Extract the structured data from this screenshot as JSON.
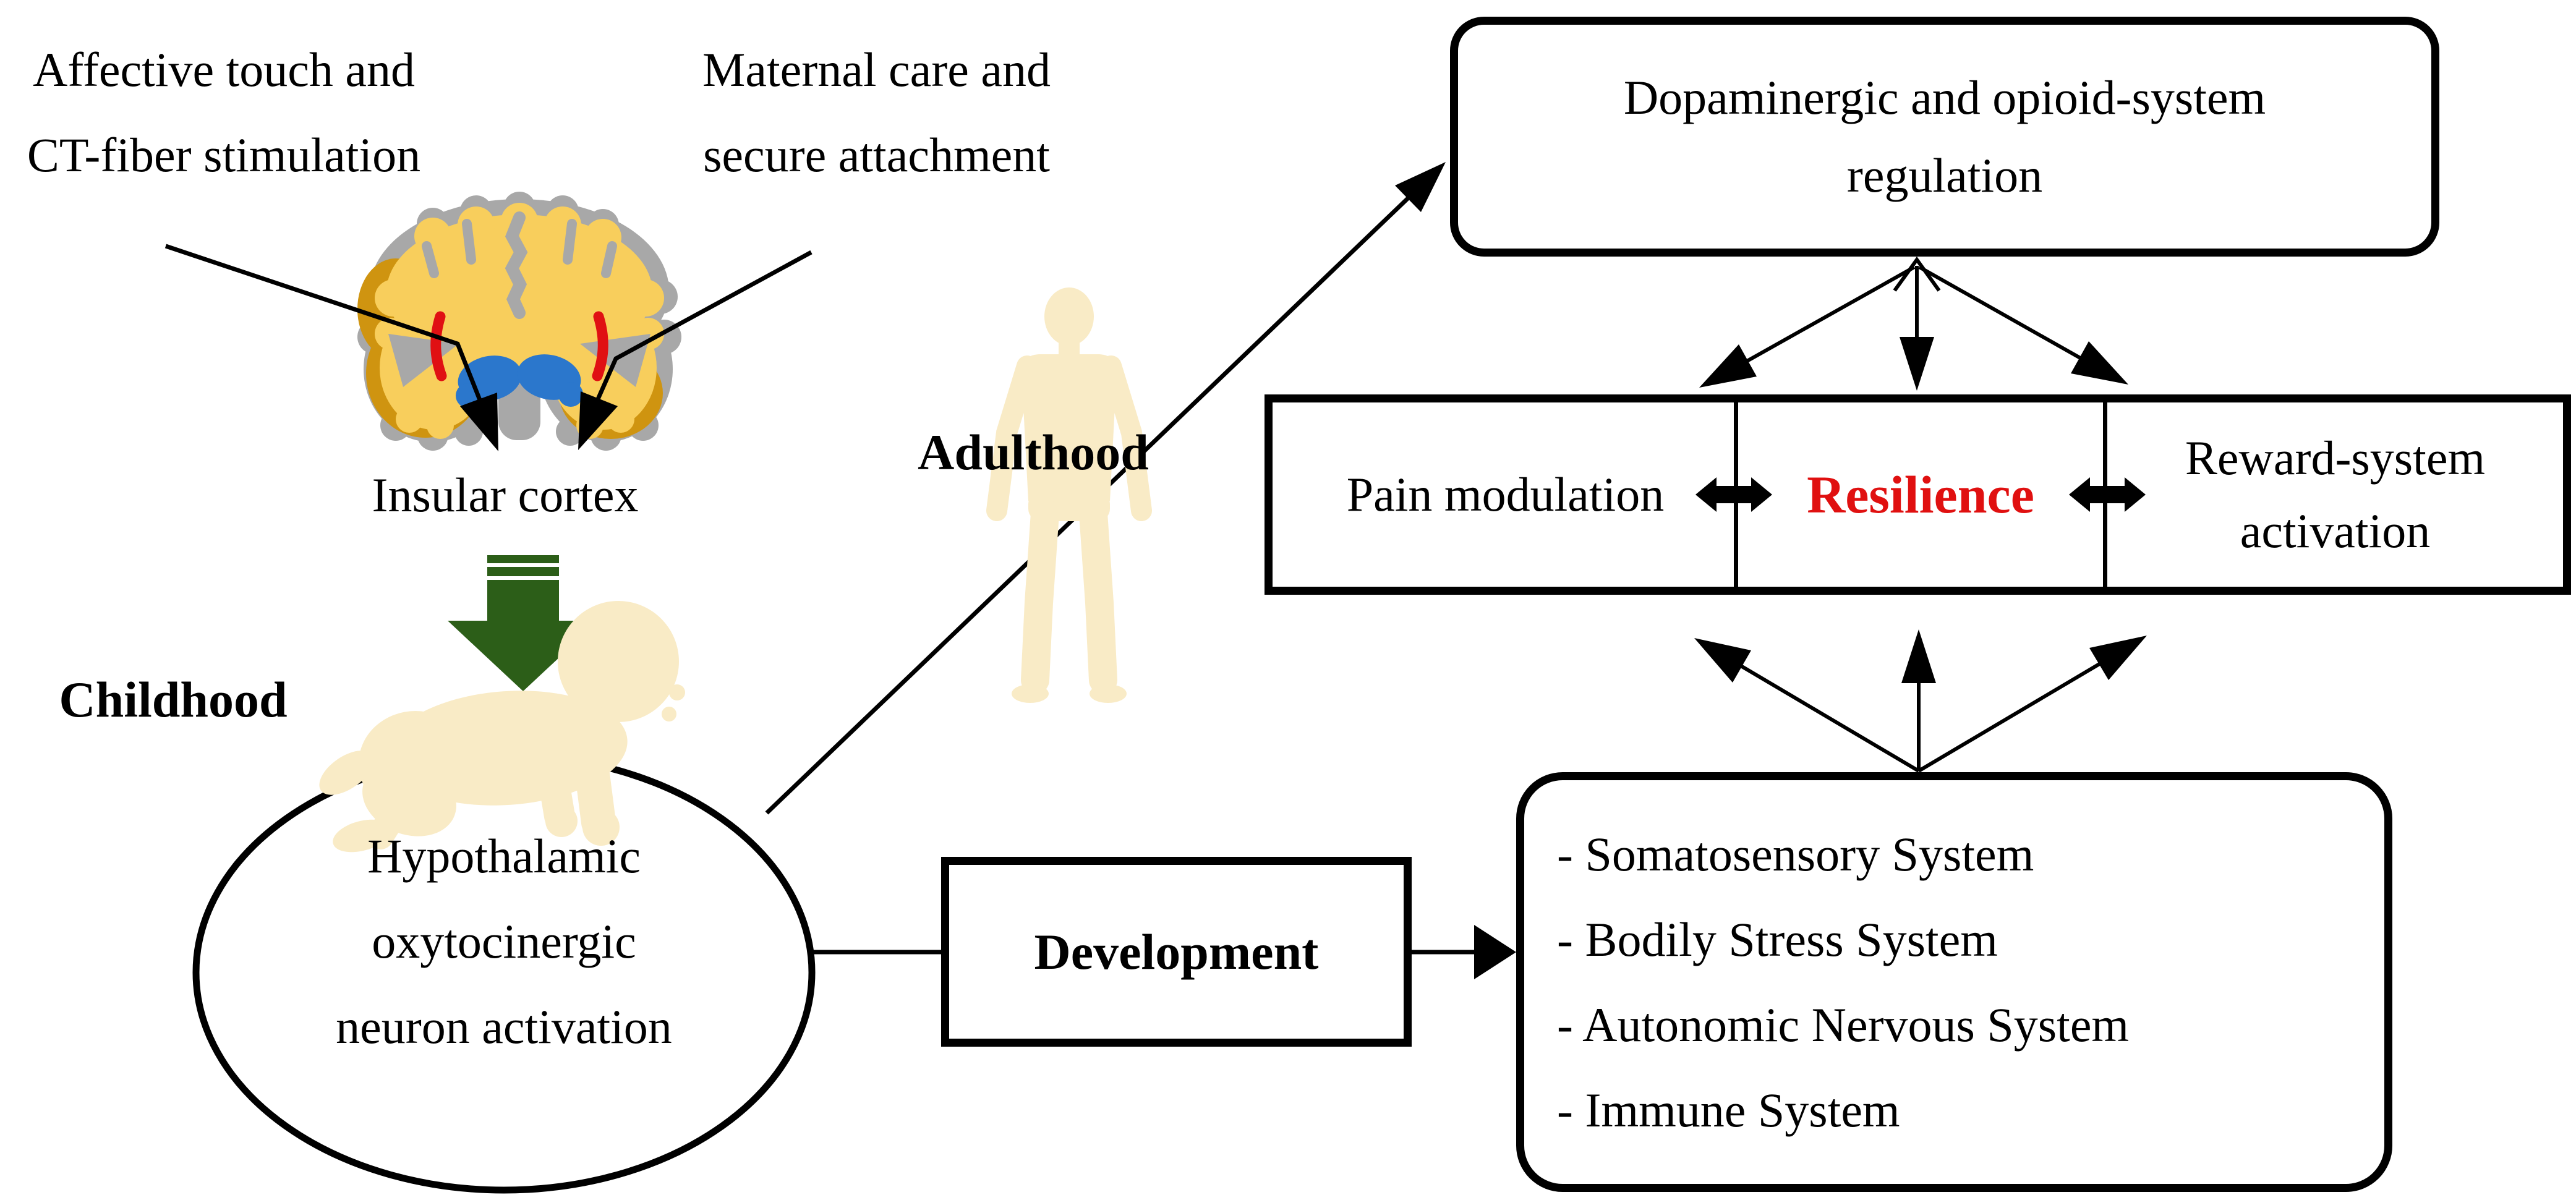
{
  "title": "Developmental pathway from affective touch to resilience",
  "labels": {
    "affective": {
      "line1": "Affective touch and",
      "line2": "CT-fiber stimulation"
    },
    "maternal": {
      "line1": "Maternal care and",
      "line2": "secure attachment"
    },
    "insular_cortex": "Insular cortex",
    "childhood": "Childhood",
    "adulthood": "Adulthood"
  },
  "nodes": {
    "hypothalamic": {
      "line1": "Hypothalamic",
      "line2": "oxytocinergic",
      "line3": "neuron activation"
    },
    "dopaminergic": {
      "line1": "Dopaminergic and opioid-system",
      "line2": "regulation"
    },
    "pain_modulation": "Pain modulation",
    "resilience": "Resilience",
    "reward": {
      "line1": "Reward-system",
      "line2": "activation"
    },
    "development": "Development",
    "systems": {
      "items": [
        "- Somatosensory System",
        "- Bodily Stress System",
        "- Autonomic Nervous System",
        "- Immune System"
      ]
    }
  },
  "icons": {
    "green_down_arrow": "striped-down-arrow-icon",
    "brain": "coronal-brain-section-illustration",
    "baby": "crawling-baby-silhouette",
    "adult": "standing-adult-silhouette"
  },
  "colors": {
    "ink": "#000000",
    "resilience_red": "#e01010",
    "arrow_green": "#2c5e18",
    "silhouette_cream": "#f9ebc6",
    "brain_gray": "#a8a8a8",
    "brain_yellow": "#f8ce5c",
    "brain_ochre": "#cf9410",
    "brain_blue": "#2b77cc",
    "brain_red": "#e01013"
  }
}
